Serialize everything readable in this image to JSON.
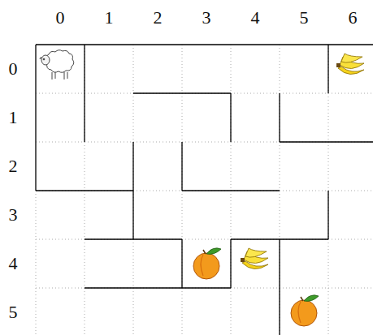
{
  "diagram": {
    "labels": [
      "0",
      "1",
      "2",
      "3",
      "4",
      "5",
      "6",
      "0",
      "1",
      "2",
      "3",
      "4",
      "5"
    ]
  }
}
